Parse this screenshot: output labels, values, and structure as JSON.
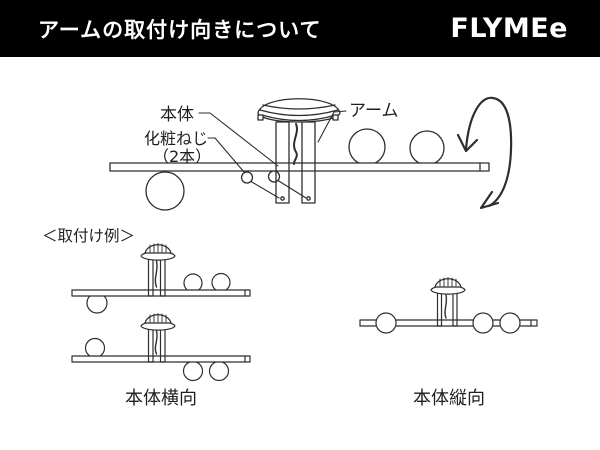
{
  "header": {
    "title": "アームの取付け向きについて",
    "brand": "FLYMEe",
    "bg_color": "#000000",
    "fg_color": "#ffffff"
  },
  "diagram": {
    "line_color": "#2e2e2e",
    "labels": {
      "body": "本体",
      "screws": "化粧ねじ",
      "screws_count": "（2本）",
      "arm": "アーム"
    }
  },
  "examples": {
    "heading": "＜取付け例＞",
    "caption_horizontal": "本体横向",
    "caption_vertical": "本体縦向"
  }
}
